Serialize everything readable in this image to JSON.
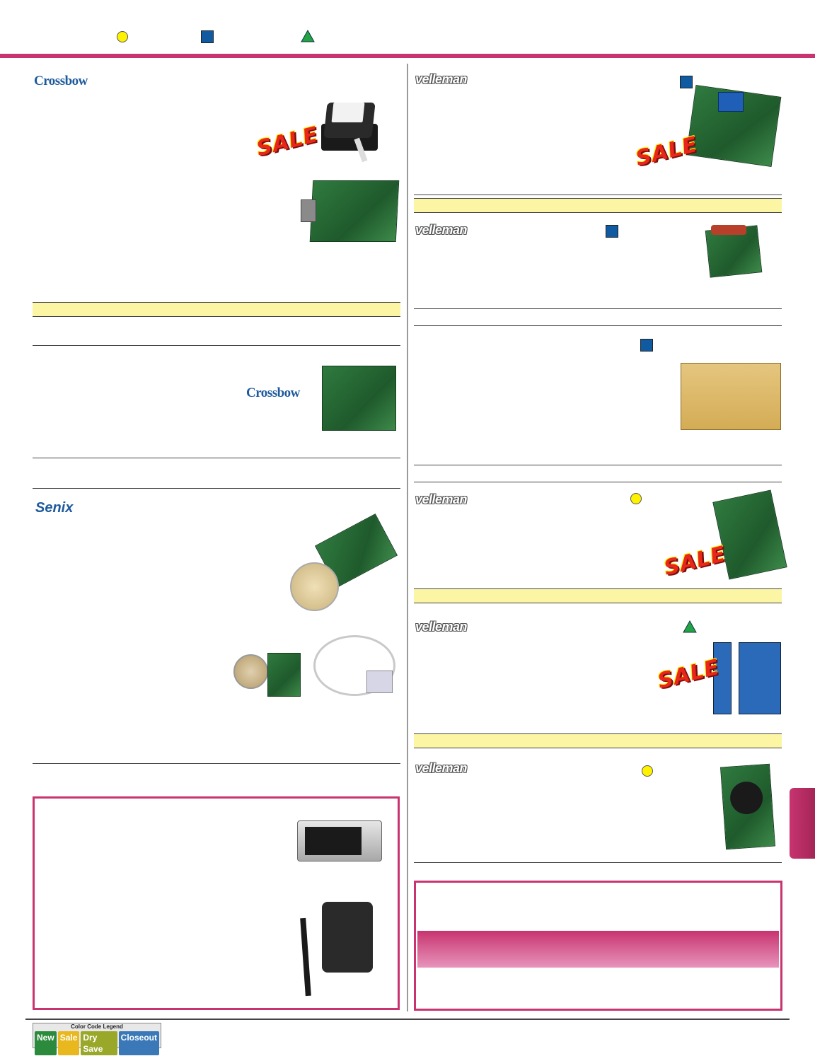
{
  "colors": {
    "accent": "#c8346f",
    "band": "#fcf6a4",
    "brand_blue": "#1d5a9c"
  },
  "brands": {
    "crossbow": "Crossbow",
    "velleman": "velleman",
    "senix": "Senix"
  },
  "sale_label": "SALE",
  "color_legend": {
    "title": "Color Code Legend",
    "items": [
      "New",
      "Sale",
      "Dry Save",
      "Closeout"
    ],
    "colors": [
      "#2c8a3c",
      "#e8b81e",
      "#9aa82a",
      "#3a78b8"
    ]
  },
  "icons": [
    "new-circle-icon",
    "sale-square-icon",
    "closeout-triangle-icon"
  ]
}
